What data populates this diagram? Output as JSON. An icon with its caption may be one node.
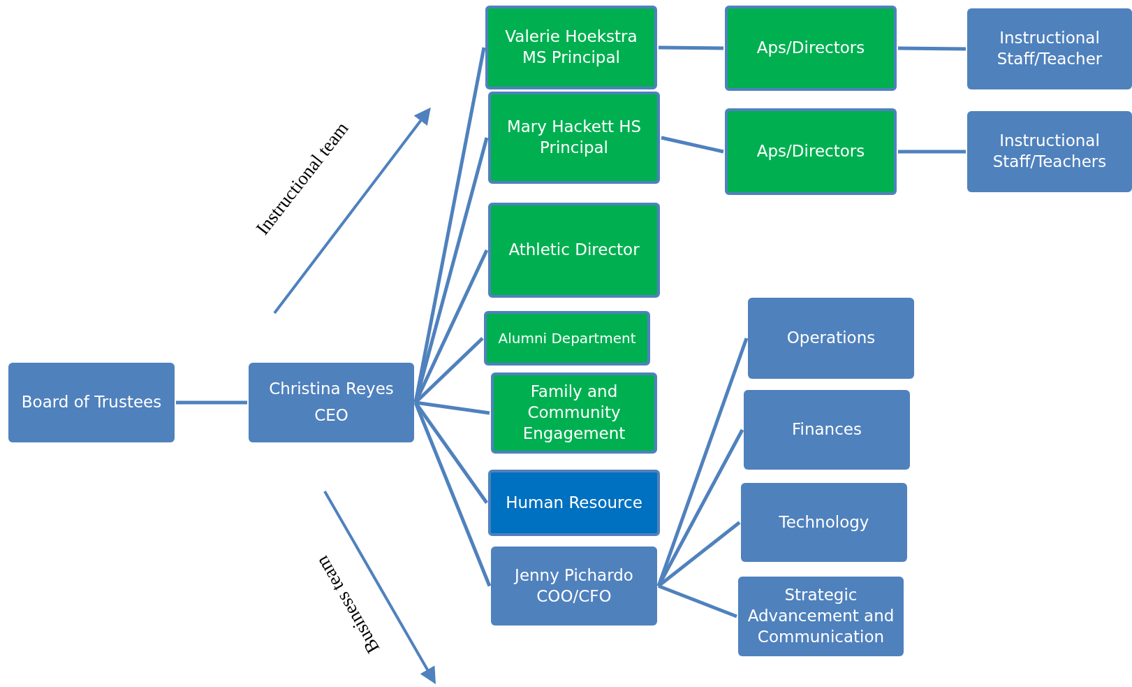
{
  "diagram": {
    "nodes": [
      {
        "text": [
          "Board of Trustees"
        ]
      },
      {
        "text": [
          "Christina Reyes",
          "CEO"
        ]
      },
      {
        "text": [
          "Valerie Hoekstra MS Principal"
        ]
      },
      {
        "text": [
          "Mary Hackett HS Principal"
        ]
      },
      {
        "text": [
          "Athletic Director"
        ]
      },
      {
        "text": [
          "Alumni Department"
        ]
      },
      {
        "text": [
          "Family and Community Engagement"
        ]
      },
      {
        "text": [
          "Human Resource"
        ]
      },
      {
        "text": [
          "Jenny Pichardo COO/CFO"
        ]
      },
      {
        "text": [
          "Aps/Directors"
        ]
      },
      {
        "text": [
          "Aps/Directors"
        ]
      },
      {
        "text": [
          "Instructional Staff/Teacher"
        ]
      },
      {
        "text": [
          "Instructional Staff/Teachers"
        ]
      },
      {
        "text": [
          "Operations"
        ]
      },
      {
        "text": [
          "Finances"
        ]
      },
      {
        "text": [
          "Technology"
        ]
      },
      {
        "text": [
          "Strategic Advancement and Communication"
        ]
      }
    ],
    "edges": [
      {
        "from": 0,
        "to": 1,
        "arrow": "none"
      },
      {
        "from": 1,
        "to": 2,
        "arrow": "none"
      },
      {
        "from": 1,
        "to": 3,
        "arrow": "none"
      },
      {
        "from": 1,
        "to": 4,
        "arrow": "none"
      },
      {
        "from": 1,
        "to": 5,
        "arrow": "none"
      },
      {
        "from": 1,
        "to": 6,
        "arrow": "none"
      },
      {
        "from": 1,
        "to": 7,
        "arrow": "none"
      },
      {
        "from": 1,
        "to": 8,
        "arrow": "none"
      },
      {
        "from": 2,
        "to": 9,
        "arrow": "none"
      },
      {
        "from": 3,
        "to": 10,
        "arrow": "none"
      },
      {
        "from": 9,
        "to": 11,
        "arrow": "none"
      },
      {
        "from": 10,
        "to": 12,
        "arrow": "none"
      },
      {
        "from": 8,
        "to": 13,
        "arrow": "none"
      },
      {
        "from": 8,
        "to": 14,
        "arrow": "none"
      },
      {
        "from": 8,
        "to": 15,
        "arrow": "none"
      },
      {
        "from": 8,
        "to": 16,
        "arrow": "none"
      }
    ],
    "labels": [
      "Instructional team",
      "Business team"
    ]
  }
}
